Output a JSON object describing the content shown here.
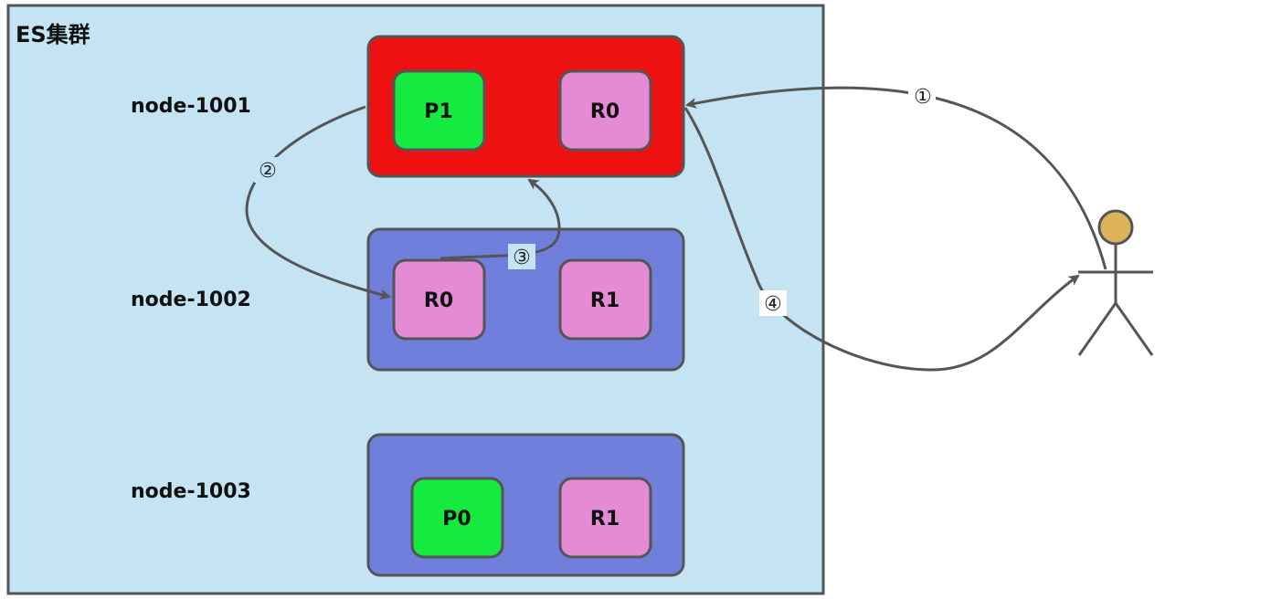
{
  "cluster": {
    "title": "ES集群",
    "background": "#c4e3f3",
    "border": "#555555"
  },
  "nodes": [
    {
      "label": "node-1001",
      "color": "#ee1111",
      "shards": [
        {
          "label": "P1",
          "type": "primary"
        },
        {
          "label": "R0",
          "type": "replica"
        }
      ]
    },
    {
      "label": "node-1002",
      "color": "#6f7fdb",
      "shards": [
        {
          "label": "R0",
          "type": "replica"
        },
        {
          "label": "R1",
          "type": "replica"
        }
      ]
    },
    {
      "label": "node-1003",
      "color": "#6f7fdb",
      "shards": [
        {
          "label": "P0",
          "type": "primary"
        },
        {
          "label": "R1",
          "type": "replica"
        }
      ]
    }
  ],
  "colors": {
    "primary": "#15ea40",
    "replica": "#e58ad4",
    "edge": "#555555",
    "user_head": "#ddb35a"
  },
  "steps": [
    "①",
    "②",
    "③",
    "④"
  ],
  "actor": {
    "icon": "user-stick-figure-icon"
  }
}
